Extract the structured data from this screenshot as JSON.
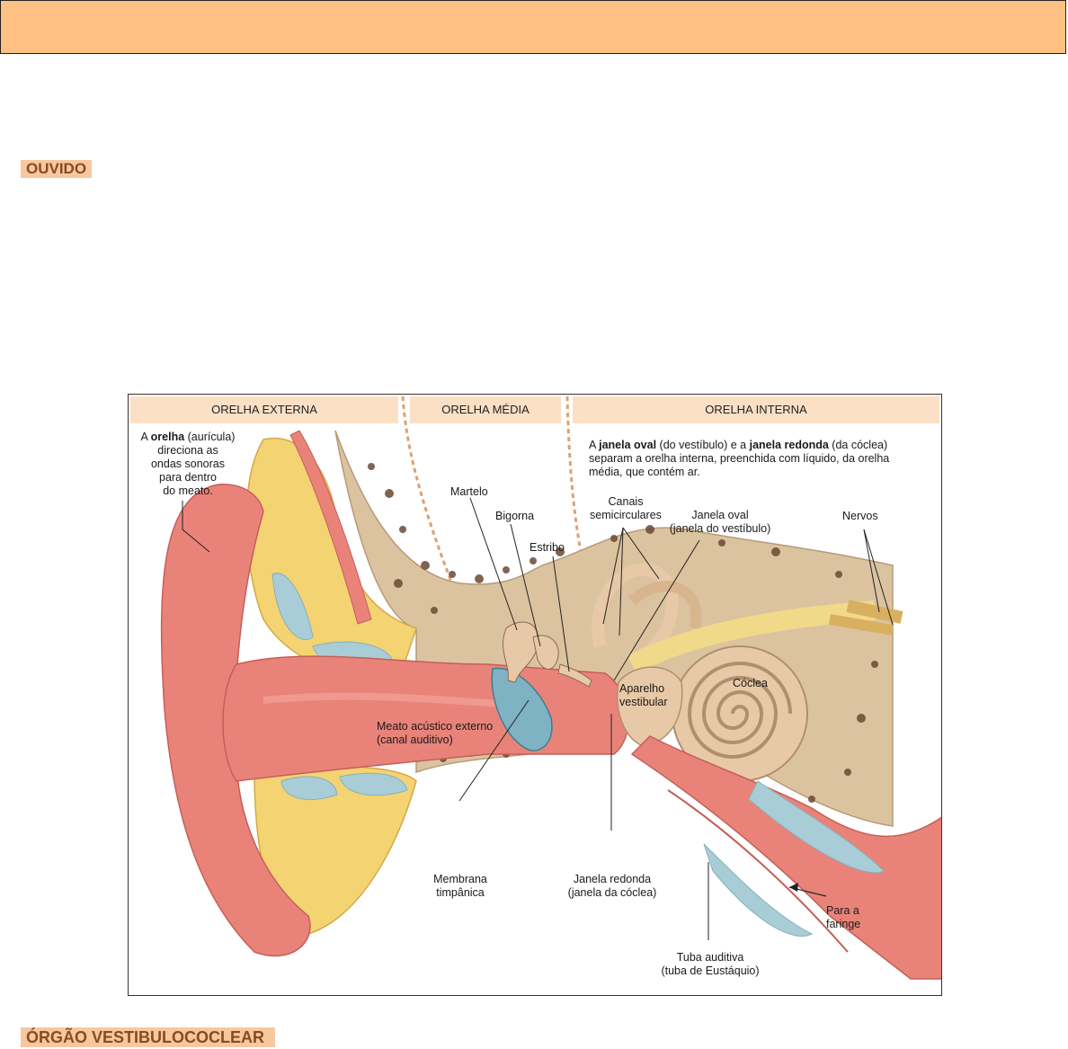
{
  "sections": {
    "ouvido": "OUVIDO",
    "orgao": "ÓRGÃO VESTIBULOCOCLEAR"
  },
  "figure": {
    "regions": {
      "externa": "ORELHA EXTERNA",
      "media": "ORELHA MÉDIA",
      "interna": "ORELHA INTERNA"
    },
    "note_external": [
      "A ",
      "orelha",
      " (aurícula)",
      "direciona as",
      "ondas sonoras",
      "para dentro",
      "do meato."
    ],
    "note_internal": {
      "line1_a": "A ",
      "line1_b": "janela oval",
      "line1_c": " (do vestíbulo) e a ",
      "line1_d": "janela redonda",
      "line1_e": " (da cóclea)",
      "line2": "separam a orelha interna, preenchida com líquido, da orelha",
      "line3": "média, que contém ar."
    },
    "labels": {
      "martelo": "Martelo",
      "bigorna": "Bigorna",
      "estribo": "Estribo",
      "canais_1": "Canais",
      "canais_2": "semicirculares",
      "janela_oval_1": "Janela oval",
      "janela_oval_2": "(janela do vestíbulo)",
      "nervos": "Nervos",
      "aparelho_1": "Aparelho",
      "aparelho_2": "vestibular",
      "coclea": "Cóclea",
      "meato_1": "Meato acústico externo",
      "meato_2": "(canal auditivo)",
      "membrana_1": "Membrana",
      "membrana_2": "timpânica",
      "janela_redonda_1": "Janela redonda",
      "janela_redonda_2": "(janela da cóclea)",
      "faringe_1": "Para a",
      "faringe_2": "faringe",
      "tuba_1": "Tuba auditiva",
      "tuba_2": "(tuba de Eustáquio)"
    }
  },
  "colors": {
    "header": "#ffc183",
    "tag_bg": "#f7c8a0",
    "tag_text": "#8b4a1c",
    "skin": "#e9837a",
    "bone": "#dcc3a0",
    "fat": "#f3d372",
    "cartilage": "#a9cdd6"
  }
}
